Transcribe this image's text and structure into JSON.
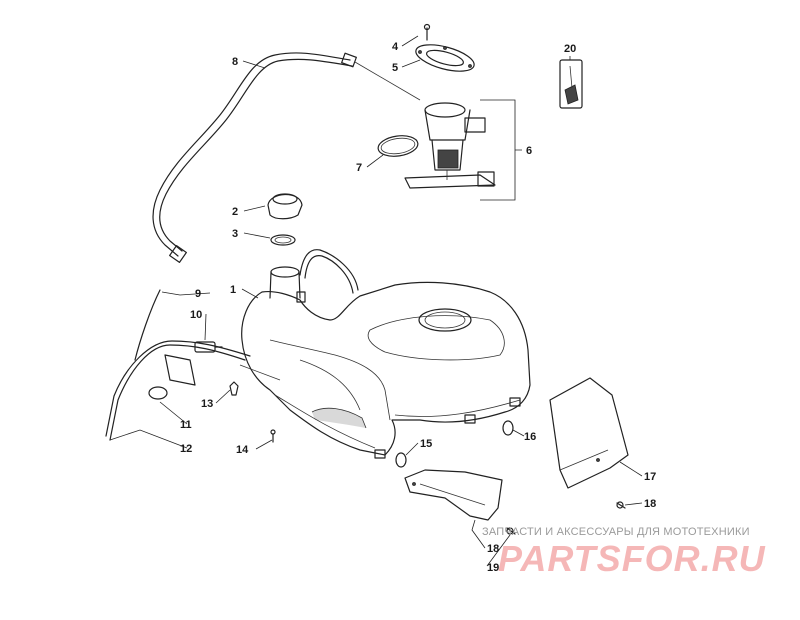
{
  "callouts": {
    "c1": "1",
    "c2": "2",
    "c3": "3",
    "c4": "4",
    "c5": "5",
    "c6": "6",
    "c7": "7",
    "c8": "8",
    "c9": "9",
    "c10": "10",
    "c11": "11",
    "c12": "12",
    "c13": "13",
    "c14": "14",
    "c15": "15",
    "c16": "16",
    "c17": "17",
    "c18a": "18",
    "c18b": "18",
    "c19": "19",
    "c20": "20"
  },
  "watermark": {
    "tagline": "ЗАПЧАСТИ И АКСЕССУАРЫ ДЛЯ МОТОТЕХНИКИ",
    "logo": "PARTSFOR.RU"
  },
  "colors": {
    "line": "#222222",
    "background": "#ffffff",
    "watermark": "#e86060"
  }
}
